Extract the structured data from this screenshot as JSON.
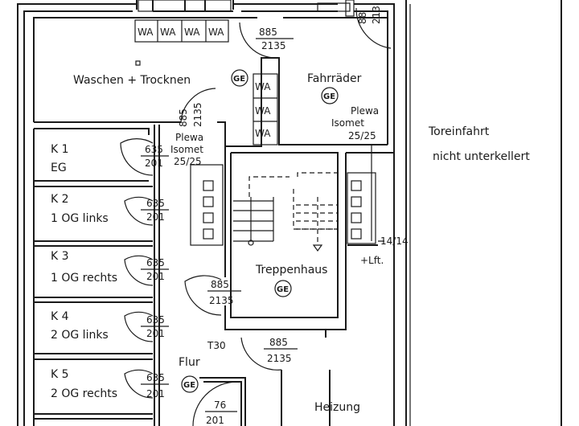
{
  "rooms": {
    "waschen": "Waschen + Trocknen",
    "fahrraeder": "Fahrräder",
    "toreinfahrt_1": "Toreinfahrt",
    "toreinfahrt_2": "nicht unterkellert",
    "treppenhaus": "Treppenhaus",
    "flur": "Flur",
    "heizung": "Heizung"
  },
  "cellars": [
    {
      "id": "K 1",
      "floor": "EG"
    },
    {
      "id": "K 2",
      "floor": "1 OG links"
    },
    {
      "id": "K 3",
      "floor": "1 OG rechts"
    },
    {
      "id": "K 4",
      "floor": "2 OG links"
    },
    {
      "id": "K 5",
      "floor": "2 OG rechts"
    }
  ],
  "fixtures": {
    "wa": "WA",
    "ge": "GE"
  },
  "doors": {
    "d885_top": "885",
    "d2135": "2135",
    "d635": "635",
    "d201": "201",
    "d88": "88",
    "d213": "213",
    "d76": "76",
    "t30": "T30"
  },
  "shafts": {
    "plewa": "Plewa",
    "isomet": "Isomet",
    "size": "25/25",
    "lift_size": "14/14",
    "lift": "+Lft."
  }
}
